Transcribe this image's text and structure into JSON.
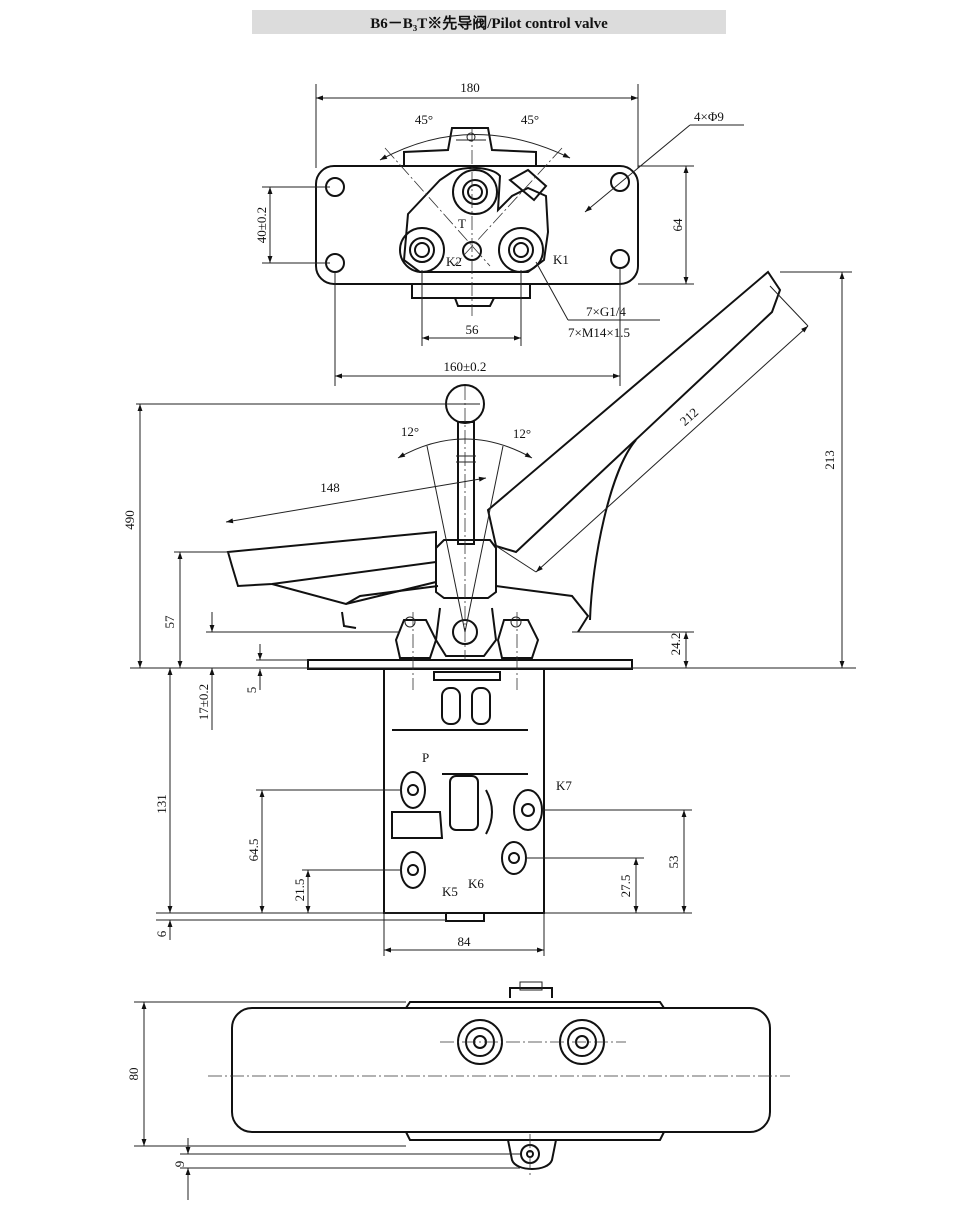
{
  "title": "B6－B₃T※先导阀/Pilot control valve",
  "top_view": {
    "width": "180",
    "angle_left": "45°",
    "angle_right": "45°",
    "holes": "4×Φ9",
    "height": "64",
    "hole_pitch_v": "40±0.2",
    "port_t": "T",
    "port_k2": "K2",
    "port_k1": "K1",
    "thread_1": "7×G1/4",
    "thread_2": "7×M14×1.5",
    "port_pitch": "56",
    "hole_pitch_h": "160±0.2"
  },
  "front_view": {
    "angle_left": "12°",
    "angle_right": "12°",
    "pedal_length": "148",
    "lever_length": "212",
    "total_height": "490",
    "pedal_height": "213",
    "d57": "57",
    "d24": "24.2",
    "d5": "5",
    "d17": "17±0.2",
    "d131": "131",
    "d64": "64.5",
    "d21": "21.5",
    "d6": "6",
    "d84": "84",
    "d27": "27.5",
    "d53": "53",
    "port_p": "P",
    "port_k7": "K7",
    "port_k5": "K5",
    "port_k6": "K6"
  },
  "bottom_view": {
    "d80": "80",
    "d9": "9"
  }
}
